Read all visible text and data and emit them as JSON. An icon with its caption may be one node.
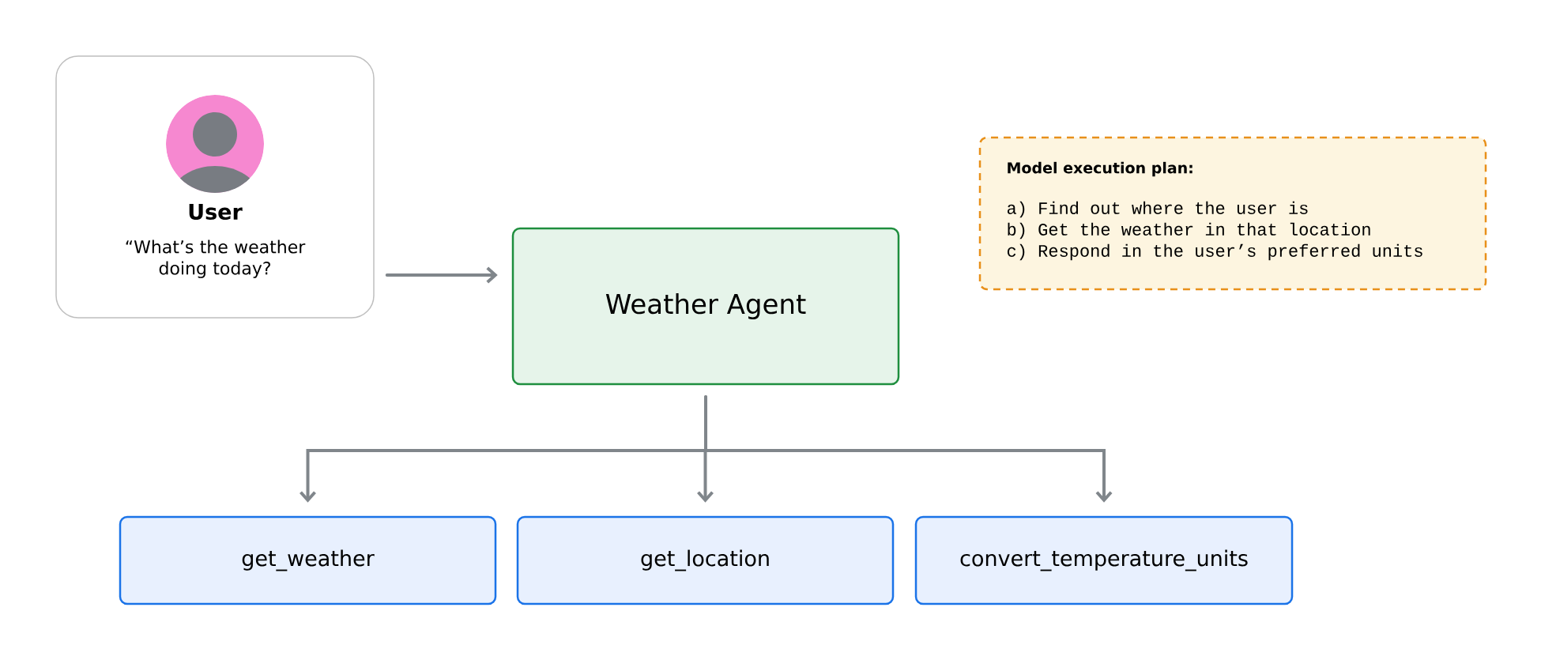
{
  "diagram": {
    "nodes": [
      {
        "text": [
          "User",
          "“What’s the weather doing today?"
        ]
      },
      {
        "text": [
          "Weather Agent"
        ]
      },
      {
        "text": [
          "get_weather"
        ]
      },
      {
        "text": [
          "get_location"
        ]
      },
      {
        "text": [
          "convert_temperature_units"
        ]
      },
      {
        "text": [
          "Model execution plan:",
          "a) Find out where the user is",
          "b) Get the weather in that location",
          "c) Respond in the user’s preferred units"
        ]
      }
    ],
    "edges": [
      {
        "from": 0,
        "to": 1,
        "arrow": "to"
      },
      {
        "from": 1,
        "to": 2,
        "arrow": "to"
      },
      {
        "from": 1,
        "to": 3,
        "arrow": "to"
      },
      {
        "from": 1,
        "to": 4,
        "arrow": "to"
      }
    ]
  }
}
